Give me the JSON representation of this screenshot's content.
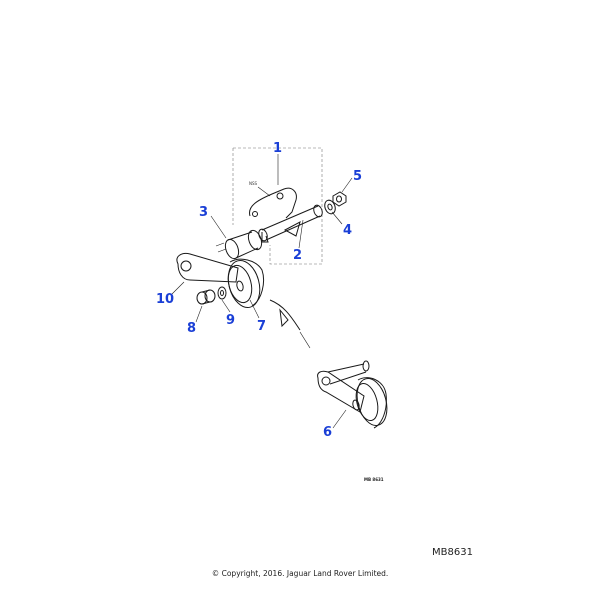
{
  "diagram": {
    "callouts": [
      {
        "id": "1",
        "label": "1"
      },
      {
        "id": "2",
        "label": "2"
      },
      {
        "id": "3",
        "label": "3"
      },
      {
        "id": "4",
        "label": "4"
      },
      {
        "id": "5",
        "label": "5"
      },
      {
        "id": "6",
        "label": "6"
      },
      {
        "id": "7",
        "label": "7"
      },
      {
        "id": "8",
        "label": "8"
      },
      {
        "id": "9",
        "label": "9"
      },
      {
        "id": "10",
        "label": "10"
      }
    ],
    "inline_label": "NSS",
    "drawing_ref_small": "MB 8631",
    "callout_color": "#1a3fd6"
  },
  "footer": {
    "reference": "MB8631",
    "copyright": "© Copyright, 2016. Jaguar Land Rover Limited."
  }
}
